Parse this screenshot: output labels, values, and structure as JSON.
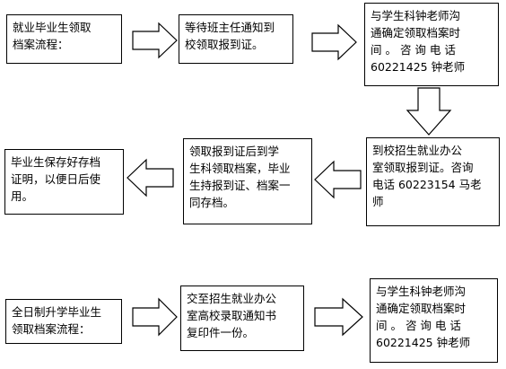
{
  "flow1": {
    "label": "就业毕业生领取\n档案流程：",
    "step1": "等待班主任通知到\n校领取报到证。",
    "step2": "与学生科钟老师沟\n通确定领取档案时\n间 。 咨 询 电 话\n60221425 钟老师",
    "step3": "到校招生就业办公\n室领取报到证。咨询\n电话 60223154 马老\n师",
    "step4": "领取报到证后到学\n生科领取档案，毕业\n生持报到证、档案一\n同存档。",
    "step5": "毕业生保存好存档\n证明，以便日后使\n用。"
  },
  "flow2": {
    "label": "全日制升学毕业生\n领取档案流程：",
    "step1": "交至招生就业办公\n室高校录取通知书\n复印件一份。",
    "step2": "与学生科钟老师沟\n通确定领取档案时\n间 。 咨 询 电 话\n60221425 钟老师"
  }
}
